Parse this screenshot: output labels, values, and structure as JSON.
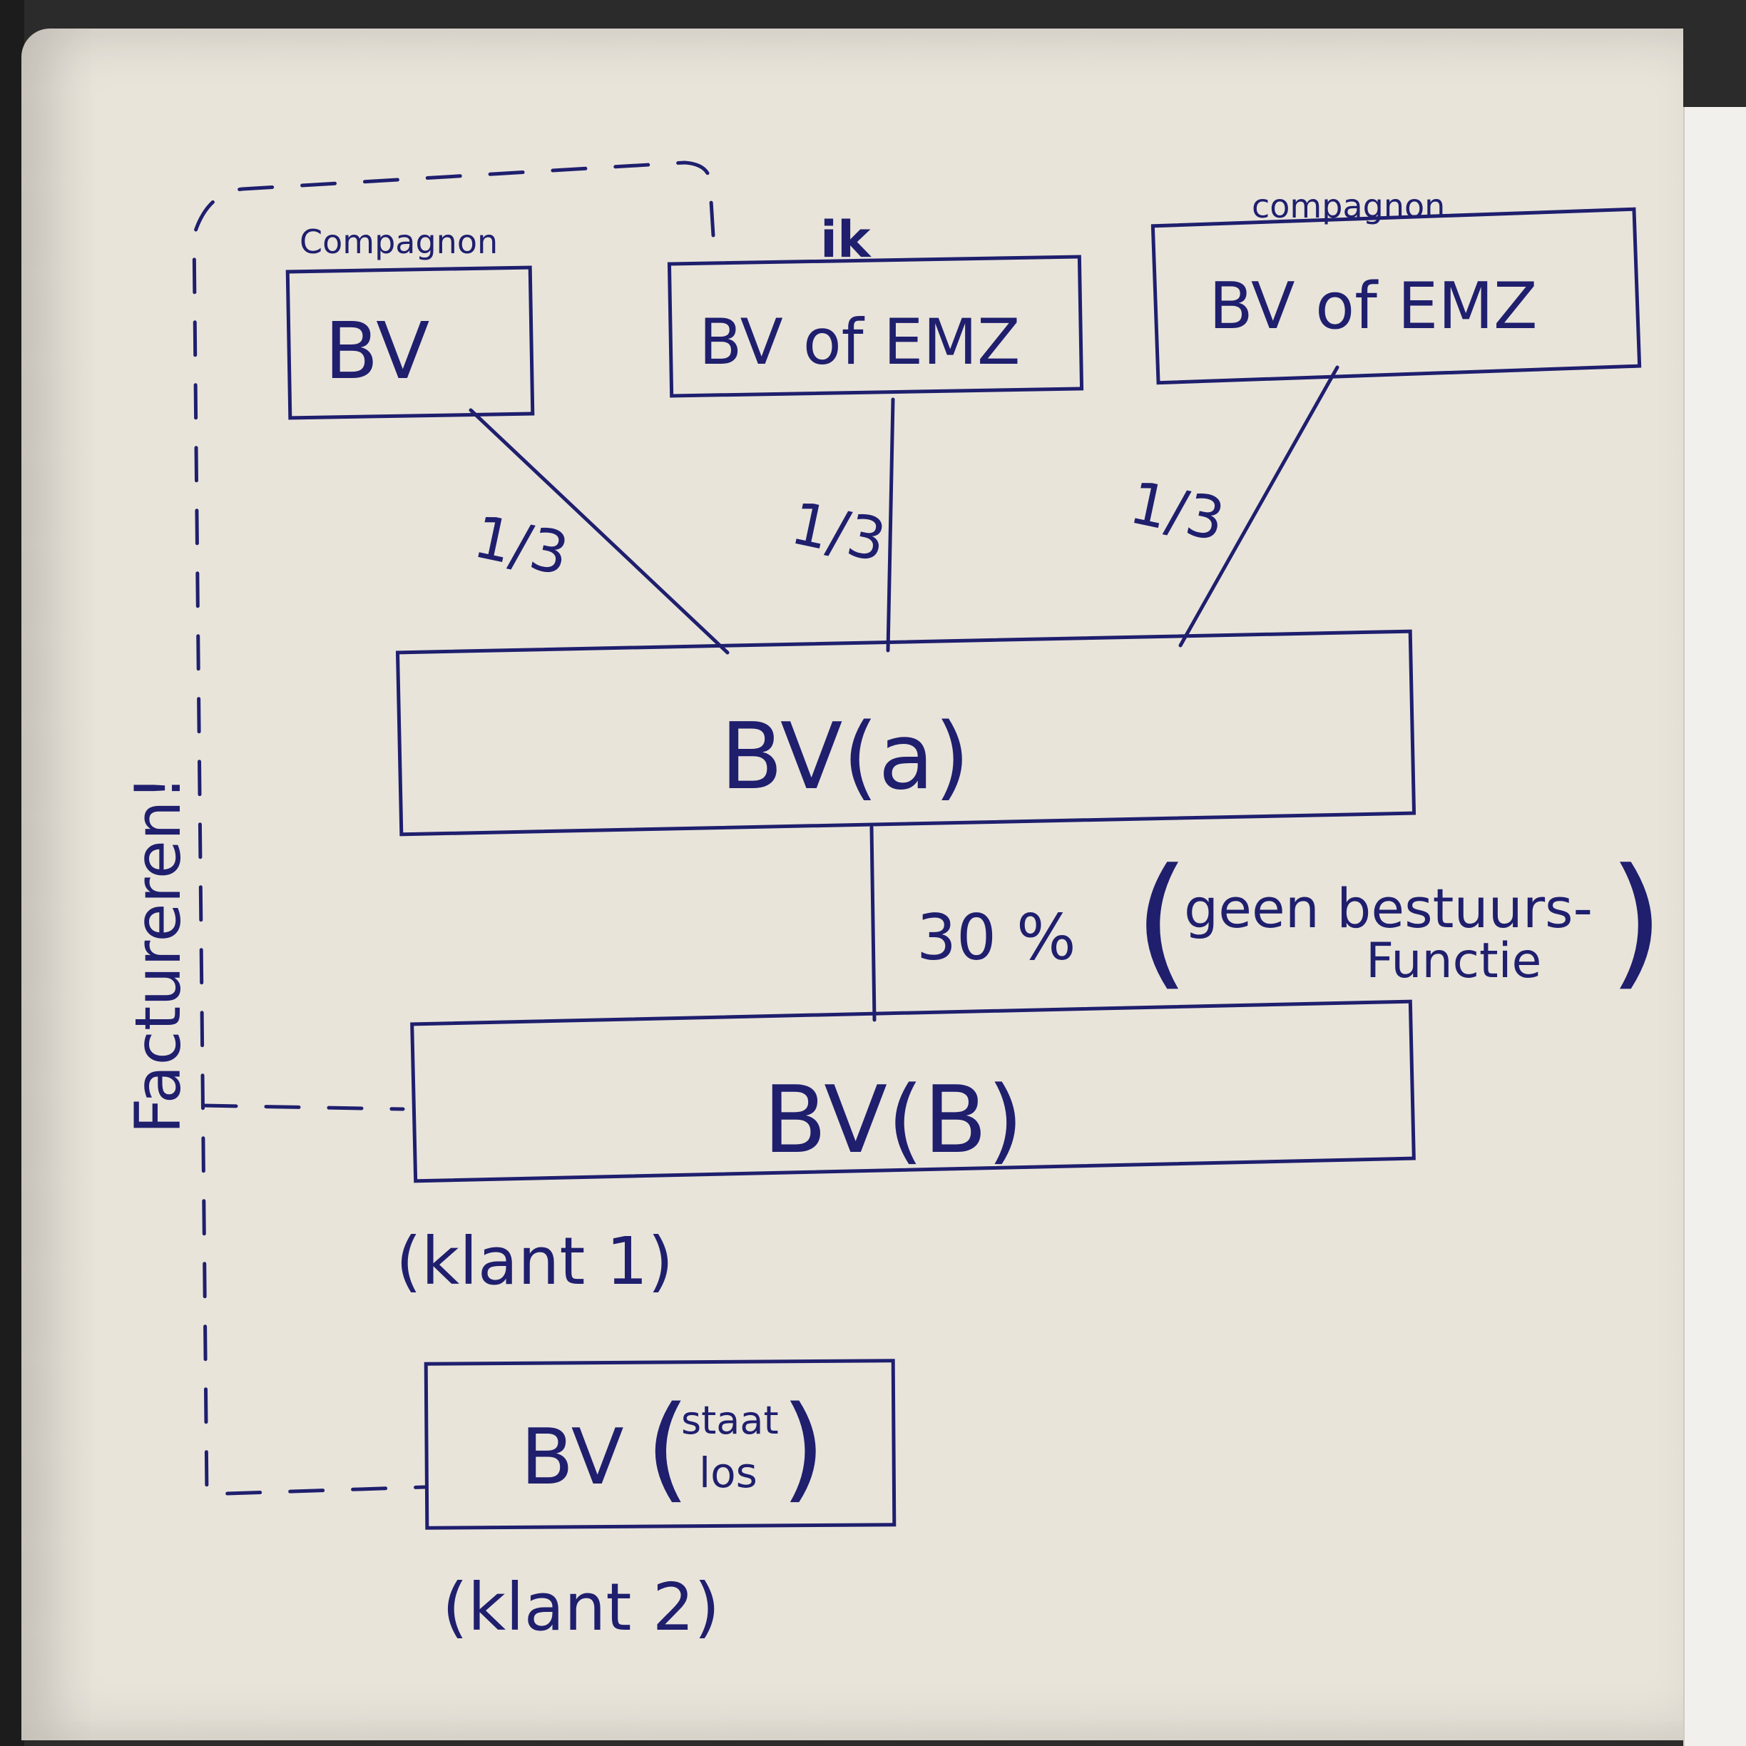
{
  "diagram": {
    "owners": [
      {
        "role": "Compagnon",
        "entity": "BV",
        "share": "1/3"
      },
      {
        "role": "ik",
        "entity": "BV of EMZ",
        "share": "1/3"
      },
      {
        "role": "compagnon",
        "entity": "BV of EMZ",
        "share": "1/3"
      }
    ],
    "holding": {
      "label": "BV(a)"
    },
    "stake": {
      "percent": "30 %",
      "note_open": "(",
      "note_line1": "geen bestuurs-",
      "note_line2": "Functie",
      "note_close": ")"
    },
    "subsidiary": {
      "label": "BV(B)",
      "client": "(klant 1)"
    },
    "separate": {
      "label": "BV",
      "paren_line1": "staat",
      "paren_line2": "los",
      "client": "(klant 2)"
    },
    "invoice_label": "Factureren!"
  },
  "colors": {
    "ink": "#1f1f6e",
    "paper": "#e9e4da"
  }
}
